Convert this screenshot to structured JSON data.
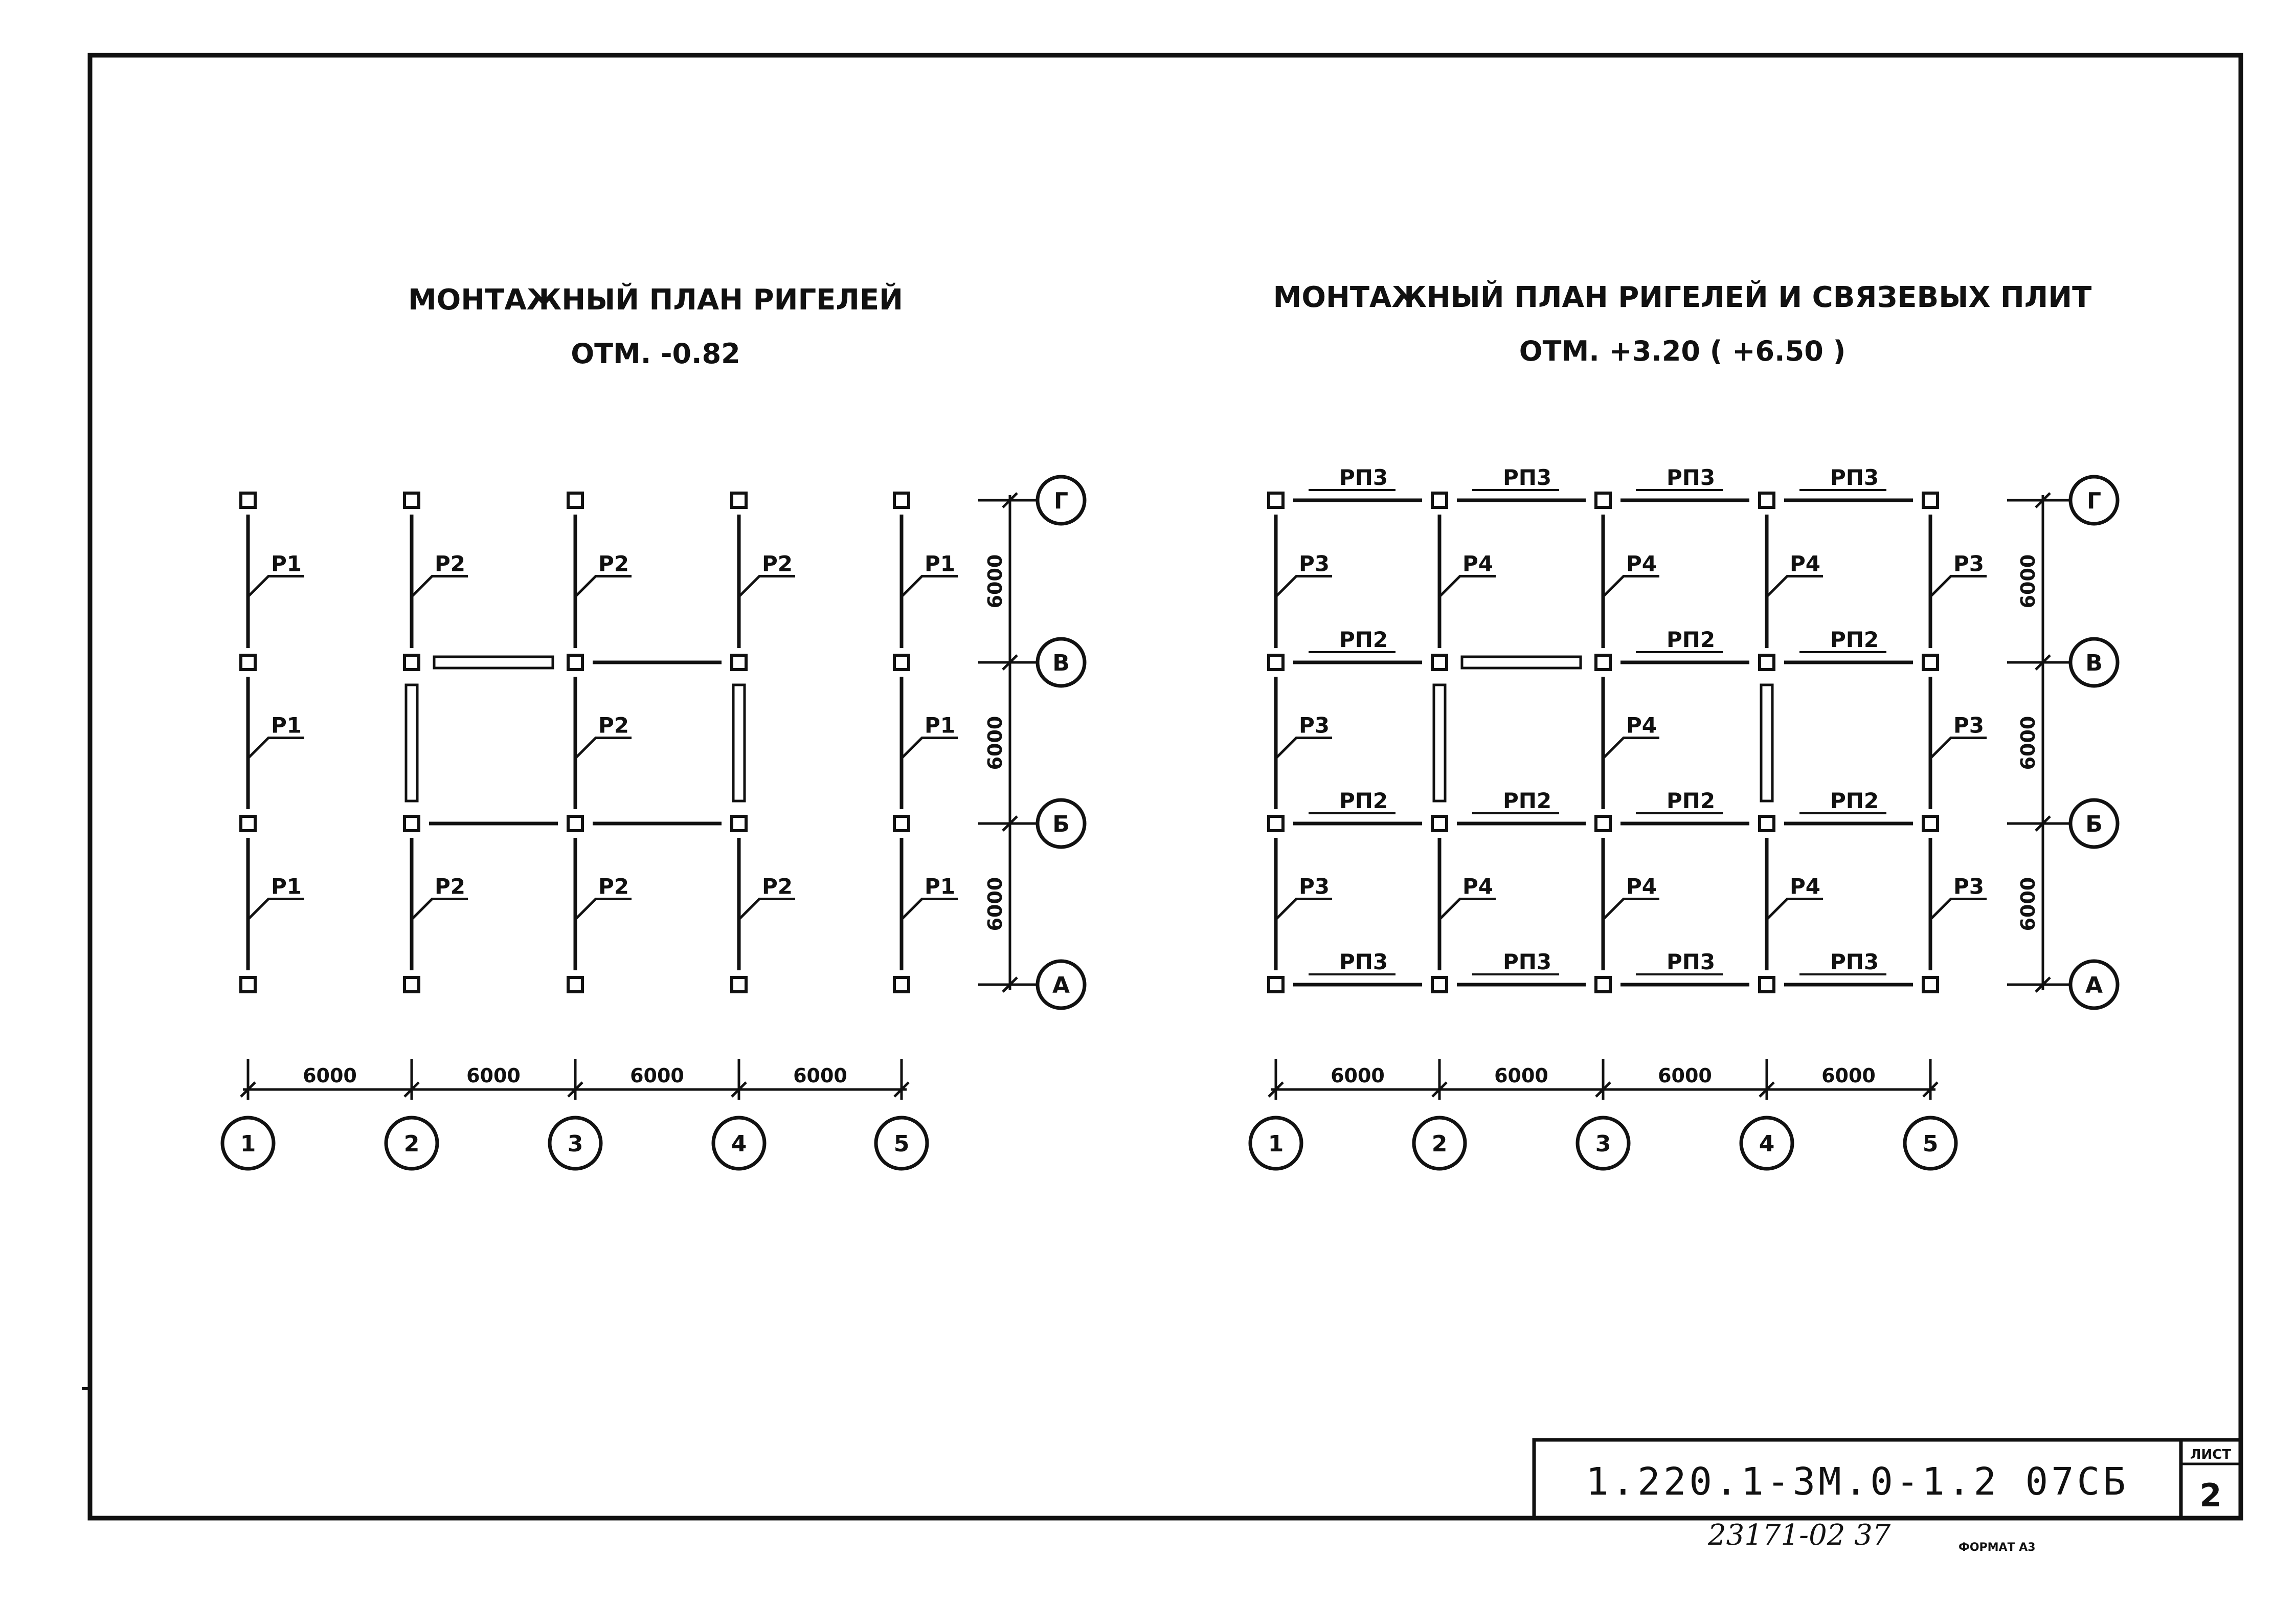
{
  "left_plan": {
    "title": "МОНТАЖНЫЙ ПЛАН РИГЕЛЕЙ",
    "subtitle": "ОТМ. -0.82",
    "girders": [
      {
        "col": 0,
        "row": 0,
        "label": "Р1"
      },
      {
        "col": 1,
        "row": 0,
        "label": "Р2"
      },
      {
        "col": 2,
        "row": 0,
        "label": "Р2"
      },
      {
        "col": 3,
        "row": 0,
        "label": "Р2"
      },
      {
        "col": 4,
        "row": 0,
        "label": "Р1"
      },
      {
        "col": 0,
        "row": 1,
        "label": "Р1"
      },
      {
        "col": 2,
        "row": 1,
        "label": "Р2"
      },
      {
        "col": 4,
        "row": 1,
        "label": "Р1"
      },
      {
        "col": 0,
        "row": 2,
        "label": "Р1"
      },
      {
        "col": 1,
        "row": 2,
        "label": "Р2"
      },
      {
        "col": 2,
        "row": 2,
        "label": "Р2"
      },
      {
        "col": 3,
        "row": 2,
        "label": "Р2"
      },
      {
        "col": 4,
        "row": 2,
        "label": "Р1"
      }
    ]
  },
  "right_plan": {
    "title": "МОНТАЖНЫЙ ПЛАН РИГЕЛЕЙ И СВЯЗЕВЫХ ПЛИТ",
    "subtitle": "ОТМ. +3.20 ( +6.50 )",
    "girders": [
      {
        "col": 0,
        "row": 0,
        "label": "Р3"
      },
      {
        "col": 1,
        "row": 0,
        "label": "Р4"
      },
      {
        "col": 2,
        "row": 0,
        "label": "Р4"
      },
      {
        "col": 3,
        "row": 0,
        "label": "Р4"
      },
      {
        "col": 4,
        "row": 0,
        "label": "Р3"
      },
      {
        "col": 0,
        "row": 1,
        "label": "Р3"
      },
      {
        "col": 2,
        "row": 1,
        "label": "Р4"
      },
      {
        "col": 4,
        "row": 1,
        "label": "Р3"
      },
      {
        "col": 0,
        "row": 2,
        "label": "Р3"
      },
      {
        "col": 1,
        "row": 2,
        "label": "Р4"
      },
      {
        "col": 2,
        "row": 2,
        "label": "Р4"
      },
      {
        "col": 3,
        "row": 2,
        "label": "Р4"
      },
      {
        "col": 4,
        "row": 2,
        "label": "Р3"
      }
    ],
    "slabs": [
      {
        "span": 0,
        "row": 0,
        "label": "РП3"
      },
      {
        "span": 1,
        "row": 0,
        "label": "РП3"
      },
      {
        "span": 2,
        "row": 0,
        "label": "РП3"
      },
      {
        "span": 3,
        "row": 0,
        "label": "РП3"
      },
      {
        "span": 0,
        "row": 1,
        "label": "РП2"
      },
      {
        "span": 2,
        "row": 1,
        "label": "РП2"
      },
      {
        "span": 3,
        "row": 1,
        "label": "РП2"
      },
      {
        "span": 0,
        "row": 2,
        "label": "РП2"
      },
      {
        "span": 1,
        "row": 2,
        "label": "РП2"
      },
      {
        "span": 2,
        "row": 2,
        "label": "РП2"
      },
      {
        "span": 3,
        "row": 2,
        "label": "РП2"
      },
      {
        "span": 0,
        "row": 3,
        "label": "РП3"
      },
      {
        "span": 1,
        "row": 3,
        "label": "РП3"
      },
      {
        "span": 2,
        "row": 3,
        "label": "РП3"
      },
      {
        "span": 3,
        "row": 3,
        "label": "РП3"
      }
    ]
  },
  "axes": {
    "columns": [
      "1",
      "2",
      "3",
      "4",
      "5"
    ],
    "rows": [
      "Г",
      "В",
      "Б",
      "А"
    ],
    "spacing": "6000"
  },
  "stamp": {
    "code": "1.220.1-3М.0-1.2 07СБ",
    "sheet_label": "ЛИСТ",
    "sheet_number": "2"
  },
  "footer": {
    "handwritten": "23171-02  37",
    "format": "ФОРМАТ А3"
  }
}
